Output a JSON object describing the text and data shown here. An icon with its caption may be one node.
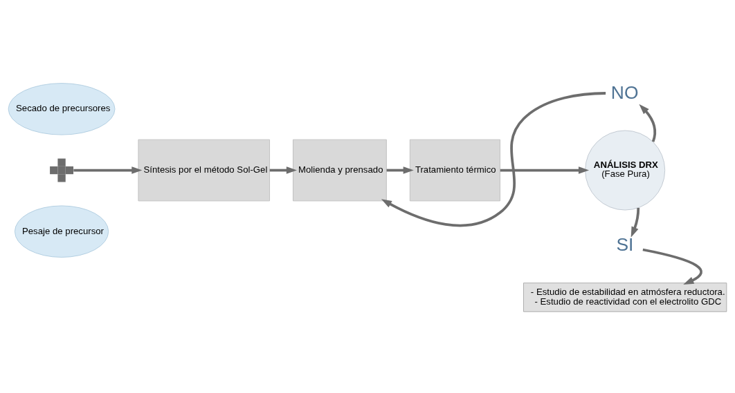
{
  "diagram": {
    "nodes": [
      {
        "text": [
          "Secado de precursores"
        ]
      },
      {
        "text": [
          "Pesaje de precursor"
        ]
      },
      {
        "text": [],
        "shape": "plus"
      },
      {
        "text": [
          "Síntesis por el método Sol-Gel"
        ]
      },
      {
        "text": [
          "Molienda y prensado"
        ]
      },
      {
        "text": [
          "Tratamiento térmico"
        ]
      },
      {
        "text": [
          "ANÁLISIS DRX",
          "(Fase Pura)"
        ]
      },
      {
        "text": [
          "NO"
        ]
      },
      {
        "text": [
          "SI"
        ]
      },
      {
        "text": [
          "- Estudio de estabilidad en atmósfera reductora.",
          "- Estudio de reactividad con el electrolito GDC"
        ]
      }
    ],
    "edges": [
      {
        "from": 2,
        "to": 3,
        "arrow": "to"
      },
      {
        "from": 3,
        "to": 4,
        "arrow": "to"
      },
      {
        "from": 4,
        "to": 5,
        "arrow": "to"
      },
      {
        "from": 5,
        "to": 6,
        "arrow": "to"
      },
      {
        "from": 6,
        "to": 7,
        "arrow": "to"
      },
      {
        "from": 7,
        "to": 4,
        "arrow": "to"
      },
      {
        "from": 6,
        "to": 8,
        "arrow": "to"
      },
      {
        "from": 8,
        "to": 9,
        "arrow": "to"
      }
    ]
  }
}
